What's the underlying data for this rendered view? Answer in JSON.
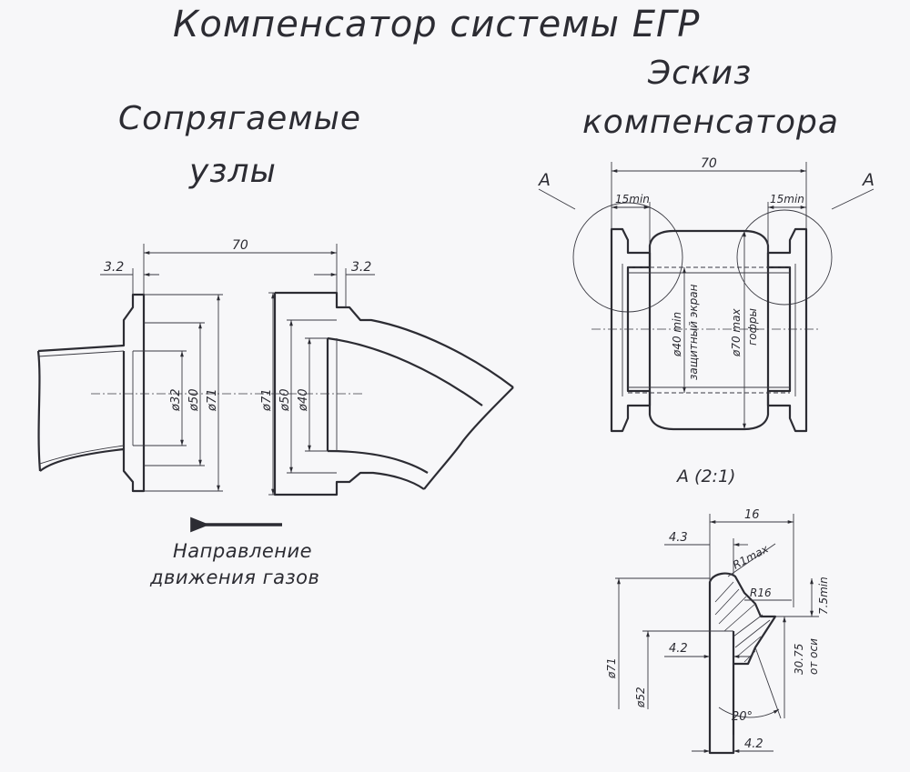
{
  "titles": {
    "main": "Компенсатор системы ЕГР",
    "left_line1": "Сопрягаемые",
    "left_line2": "узлы",
    "right_line1": "Эскиз",
    "right_line2": "компенсатора",
    "flow_line1": "Направление",
    "flow_line2": "движения газов",
    "detail_view": "А (2:1)"
  },
  "left_drawing": {
    "overall_length": "70",
    "flange_thickness_left": "3.2",
    "flange_thickness_right": "3.2",
    "left_diameters": [
      "ø32",
      "ø50",
      "ø71"
    ],
    "right_diameters": [
      "ø71",
      "ø50",
      "ø40"
    ]
  },
  "right_drawing": {
    "overall_length": "70",
    "flange_min_left": "15min",
    "flange_min_right": "15min",
    "detail_marker_left": "А",
    "detail_marker_right": "А",
    "inner_diameter": "ø40 min",
    "inner_label": "защитный экран",
    "outer_diameter": "ø70 max",
    "outer_label": "гофры"
  },
  "detail": {
    "width": "16",
    "offset_top": "4.3",
    "radius_max": "R1max",
    "radius": "R16",
    "height_min": "7.5min",
    "offset_mid": "4.2",
    "axis_distance": "30.75",
    "axis_distance_label": "от оси",
    "diameter_outer": "ø71",
    "diameter_inner": "ø52",
    "angle": "20°",
    "offset_bottom": "4.2"
  }
}
